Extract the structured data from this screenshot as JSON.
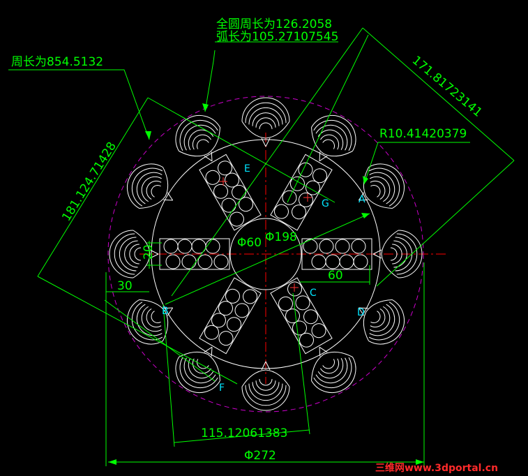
{
  "colors": {
    "background": "#000000",
    "dimension": "#00ff00",
    "geometry": "#ffffff",
    "centerline": "#ff0000",
    "outer_circle": "#cc00cc",
    "label": "#00e5ff",
    "watermark": "#ff2a2a"
  },
  "annotations": {
    "full_circle_perimeter": "全圆周长为126.2058",
    "arc_length": "弧长为105.27107545",
    "perimeter": "周长为854.5132",
    "aligned_top_right": "171.81723141",
    "aligned_left": "181.124.71428",
    "radius": "R10.41420379",
    "dia_inner": "Φ60",
    "dia_198": "Φ198",
    "dim_20": "20",
    "dim_30": "30",
    "dim_60": "60",
    "bottom_length": "115.12061383",
    "dia_272": "Φ272"
  },
  "point_labels": {
    "A": "A",
    "B": "B",
    "C": "C",
    "D": "D",
    "E": "E",
    "F": "F",
    "G": "G"
  },
  "watermark": "三维网www.3dportal.cn"
}
